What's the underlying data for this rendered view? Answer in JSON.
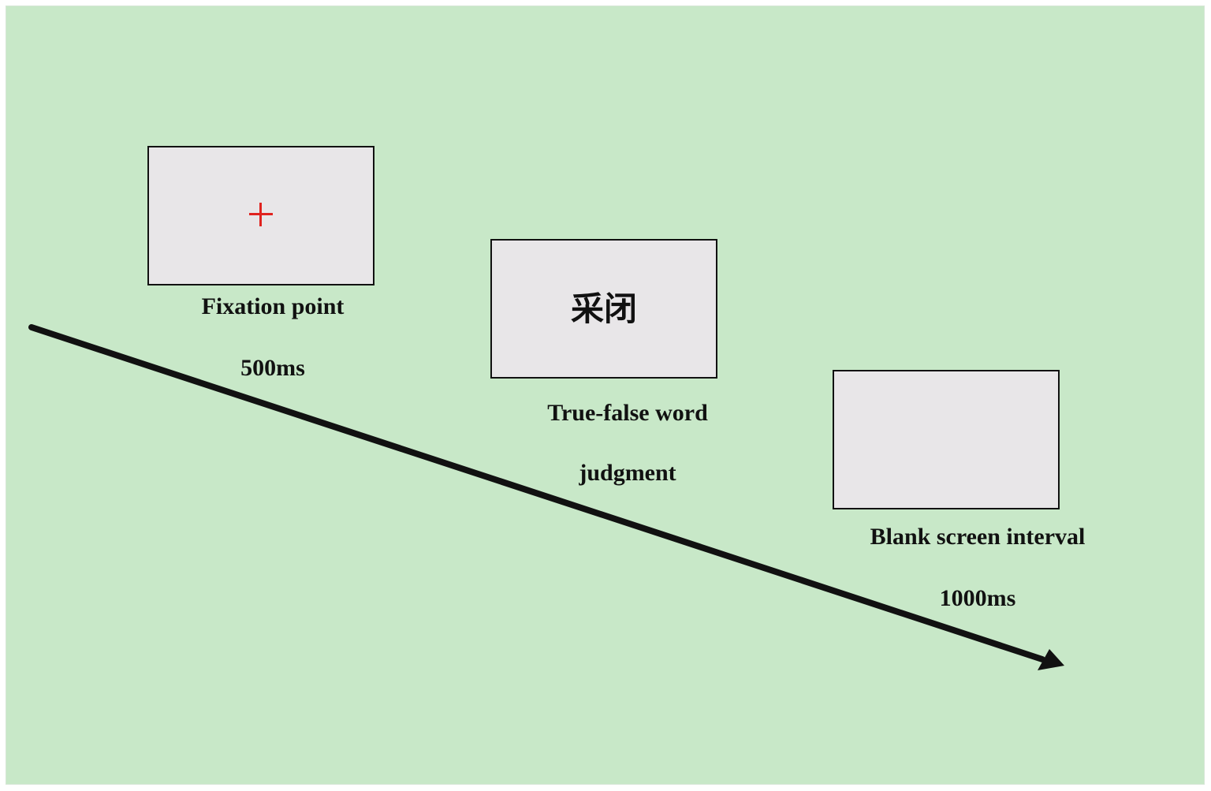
{
  "diagram": {
    "fixation_symbol": "+",
    "stages": [
      {
        "name": "Fixation point",
        "duration": "500ms"
      },
      {
        "name_line1": "True-false word",
        "name_line2": "judgment",
        "stimulus": "采闭"
      },
      {
        "name": "Blank screen interval",
        "duration": "1000ms"
      }
    ]
  },
  "colors": {
    "background": "#c8e8c8",
    "screen_fill": "#e8e6e8",
    "fixation_cross": "#e0231f",
    "arrow": "#111111"
  },
  "icons": {
    "fixation": "plus-cross-icon",
    "timeline": "arrow-right-icon"
  }
}
